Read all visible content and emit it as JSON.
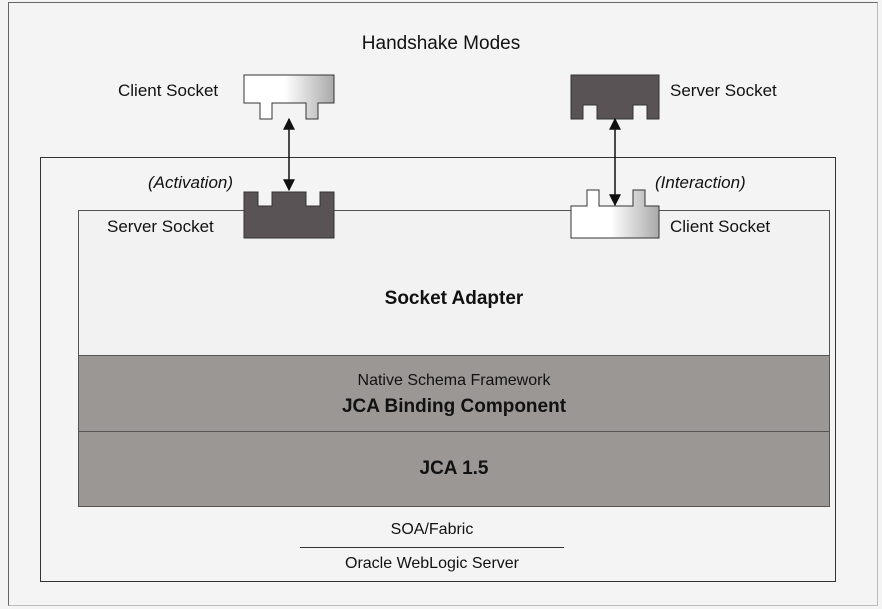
{
  "diagram": {
    "title": "Handshake Modes",
    "top_left_socket_label": "Client Socket",
    "top_right_socket_label": "Server Socket",
    "activation_label": "(Activation)",
    "interaction_label": "(Interaction)",
    "adapter_left_socket_label": "Server Socket",
    "adapter_right_socket_label": "Client Socket",
    "adapter_title": "Socket Adapter",
    "framework_subtitle": "Native Schema Framework",
    "framework_title": "JCA Binding Component",
    "jca_title": "JCA 1.5",
    "soa_label": "SOA/Fabric",
    "server_label": "Oracle WebLogic Server"
  },
  "colors": {
    "server_socket_fill": "#5a5355",
    "client_socket_fill_start": "#ffffff",
    "client_socket_fill_end": "#a9a9a9",
    "layer_fill": "#9a9795",
    "adapter_fill": "#f2f2f2"
  },
  "icons": {
    "client_socket": "client-socket-icon",
    "server_socket": "server-socket-icon",
    "arrow": "double-arrow-icon"
  }
}
